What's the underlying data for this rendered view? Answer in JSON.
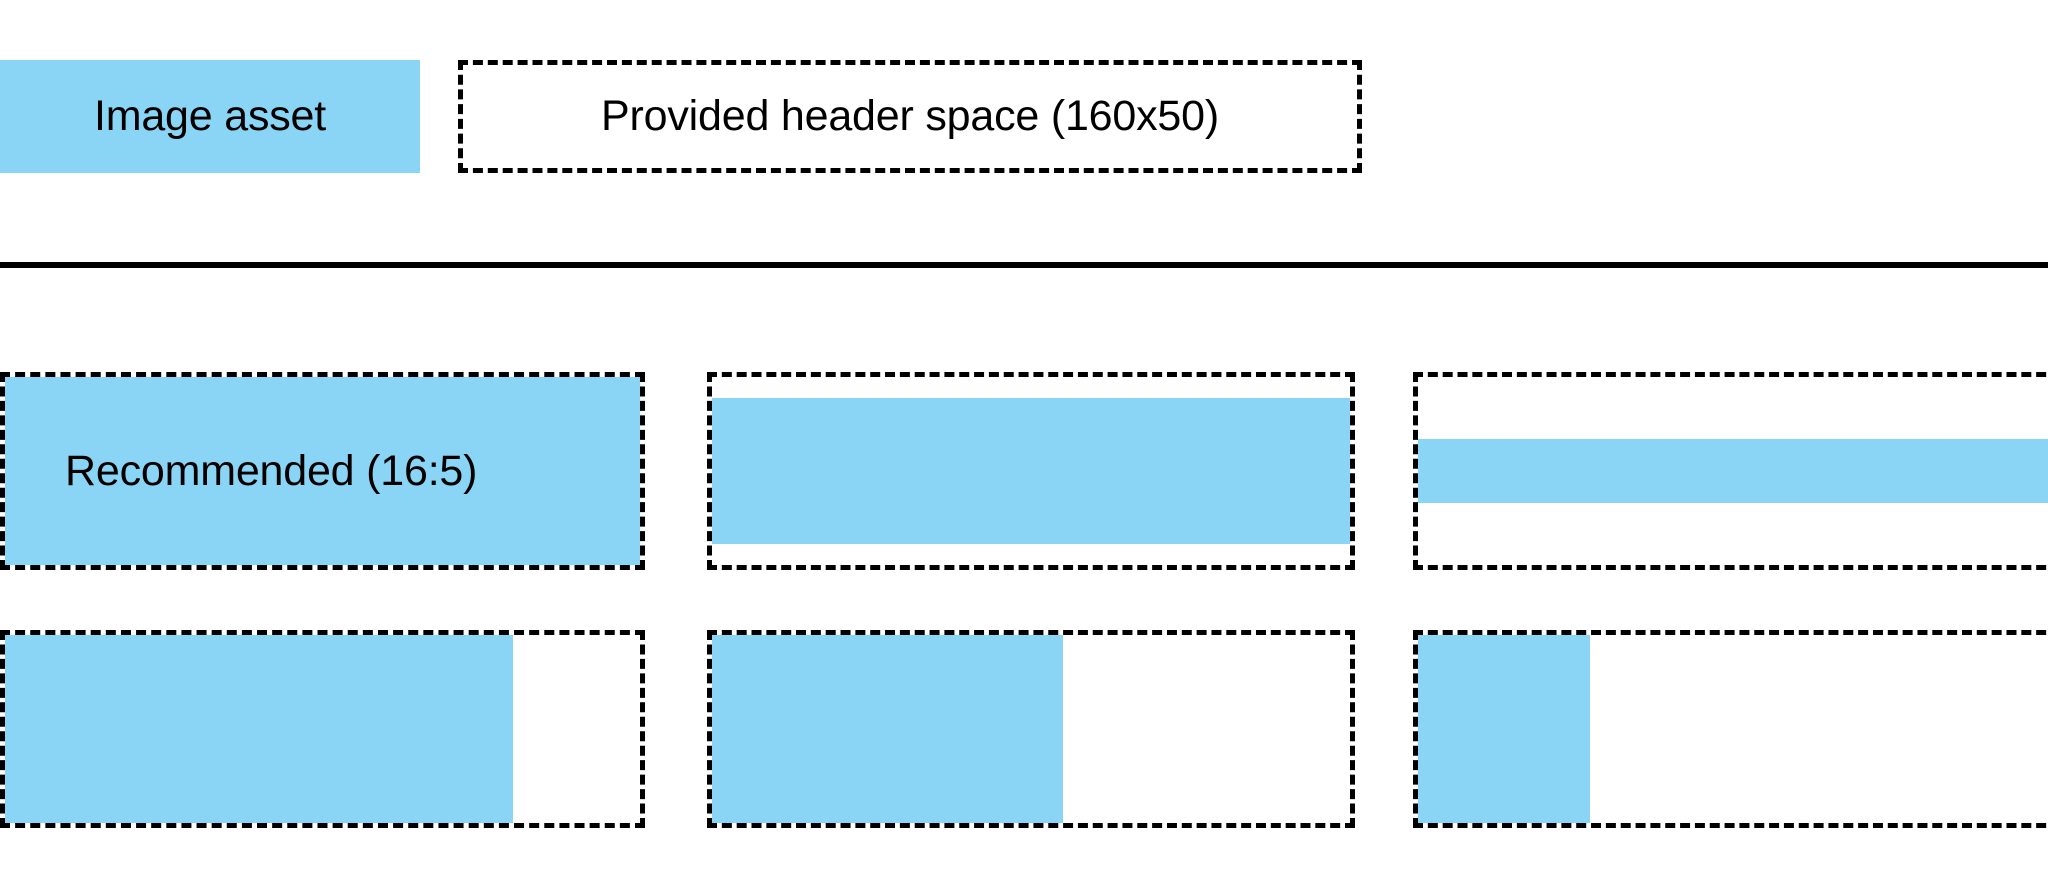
{
  "legend": {
    "swatch_label": "Image asset",
    "header_space_label": "Provided header space (160x50)",
    "asset_color": "#8ad5f5",
    "outline_color": "#000000",
    "background_color": "#ffffff"
  },
  "divider": {
    "color": "#000000"
  },
  "samples": {
    "recommended_label": "Recommended (16:5)",
    "rows": [
      {
        "name": "height-variation-row",
        "cells": [
          {
            "name": "sample-recommended",
            "label": "Recommended (16:5)",
            "fill": {
              "left_pct": 0,
              "top_pct": 0,
              "width_pct": 100,
              "height_pct": 100
            }
          },
          {
            "name": "sample-height-reduced",
            "label": "",
            "fill": {
              "left_pct": 0,
              "top_pct": 11,
              "width_pct": 100,
              "height_pct": 78
            }
          },
          {
            "name": "sample-height-band",
            "label": "",
            "fill": {
              "left_pct": 0,
              "top_pct": 33,
              "width_pct": 100,
              "height_pct": 34
            }
          }
        ]
      },
      {
        "name": "width-variation-row",
        "cells": [
          {
            "name": "sample-width-wide",
            "label": "",
            "fill": {
              "left_pct": 0,
              "top_pct": 0,
              "width_pct": 80,
              "height_pct": 100
            }
          },
          {
            "name": "sample-width-medium",
            "label": "",
            "fill": {
              "left_pct": 0,
              "top_pct": 0,
              "width_pct": 55,
              "height_pct": 100
            }
          },
          {
            "name": "sample-width-narrow",
            "label": "",
            "fill": {
              "left_pct": 0,
              "top_pct": 0,
              "width_pct": 27,
              "height_pct": 100
            }
          }
        ]
      }
    ]
  }
}
